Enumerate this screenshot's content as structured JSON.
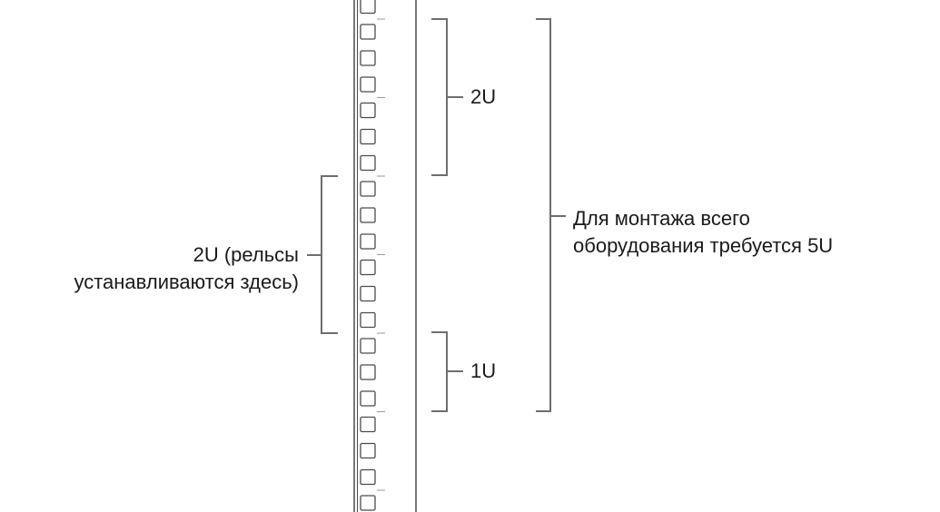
{
  "diagram": {
    "colors": {
      "rail": "#4a4a4a",
      "square": "#4a4a4a",
      "tick": "#9a9a9a",
      "bracket": "#6e6e6e",
      "text": "#1a1a1a",
      "background": "#ffffff"
    },
    "labels": {
      "top_unit": "2U",
      "bottom_unit": "1U",
      "rails_line1": "2U (рельсы",
      "rails_line2": "устанавливаются здесь)",
      "total_line1": "Для монтажа всего",
      "total_line2": "оборудования требуется 5U"
    }
  }
}
